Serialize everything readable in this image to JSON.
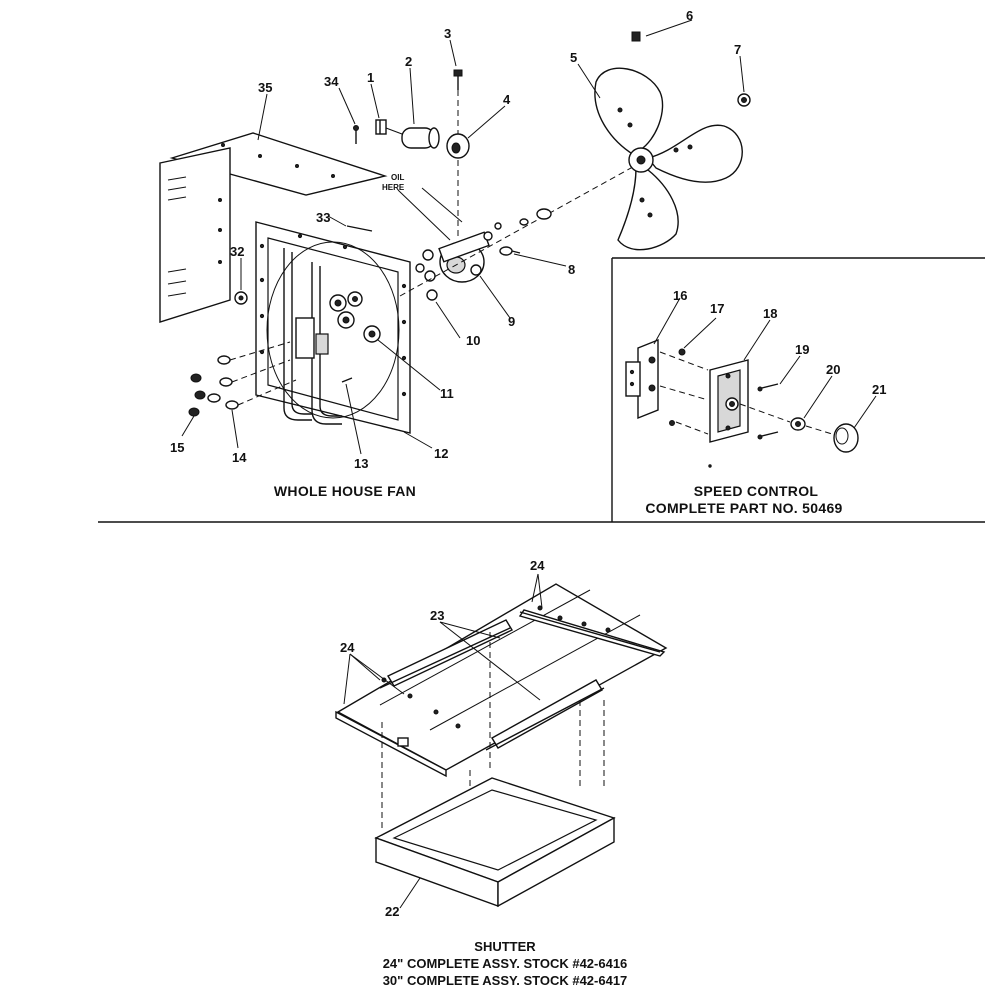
{
  "callouts": {
    "c1": "1",
    "c2": "2",
    "c3": "3",
    "c4": "4",
    "c5": "5",
    "c6": "6",
    "c7": "7",
    "c8": "8",
    "c9": "9",
    "c10": "10",
    "c11": "11",
    "c12": "12",
    "c13": "13",
    "c14": "14",
    "c15": "15",
    "c16": "16",
    "c17": "17",
    "c18": "18",
    "c19": "19",
    "c20": "20",
    "c21": "21",
    "c22": "22",
    "c23": "23",
    "c24a": "24",
    "c24b": "24",
    "c32": "32",
    "c33": "33",
    "c34": "34",
    "c35": "35"
  },
  "oil_note": {
    "line1": "OIL",
    "line2": "HERE"
  },
  "whole_house_fan": {
    "title": "WHOLE HOUSE FAN"
  },
  "speed_control": {
    "title": "SPEED CONTROL",
    "part": "COMPLETE PART NO. 50469"
  },
  "shutter": {
    "title": "SHUTTER",
    "line1": "24\" COMPLETE ASSY. STOCK #42-6416",
    "line2": "30\" COMPLETE ASSY. STOCK #42-6417"
  }
}
